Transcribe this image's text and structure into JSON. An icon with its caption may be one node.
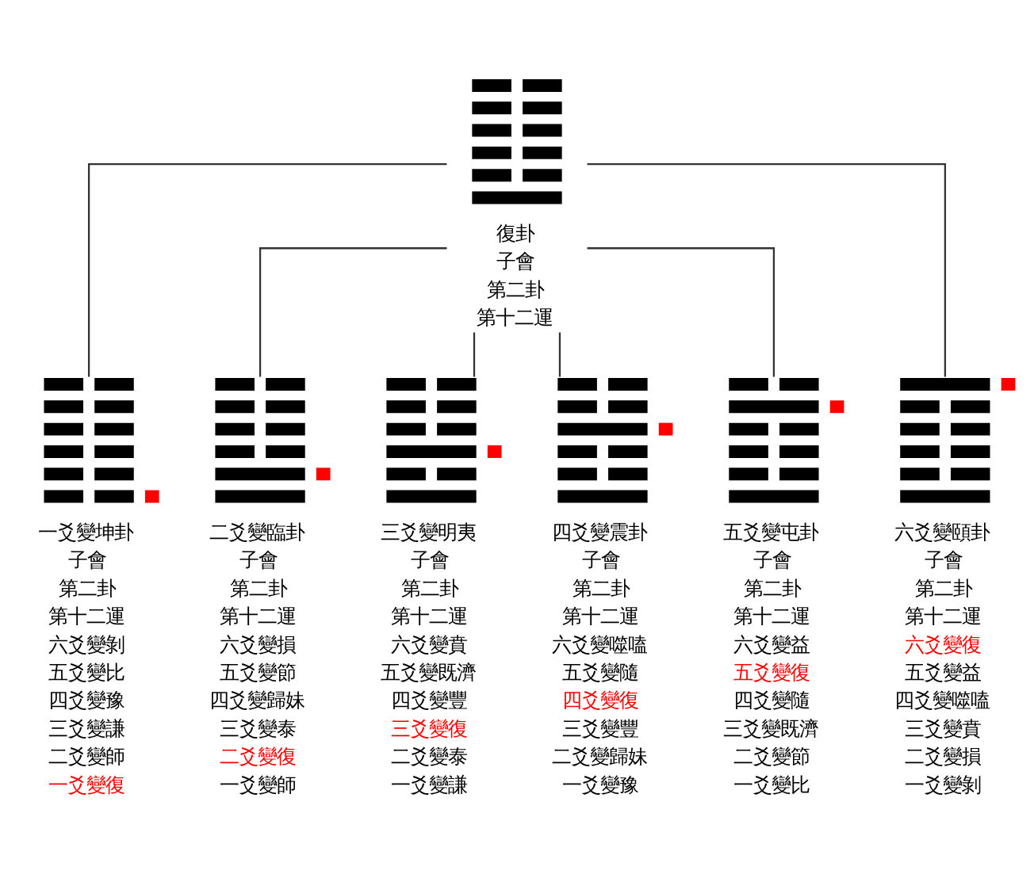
{
  "diagram": {
    "nodes": [
      {
        "text": [
          "復卦",
          "子會",
          "第二卦",
          "第十二運"
        ]
      },
      {
        "text": [
          "一爻變坤卦",
          "子會",
          "第二卦",
          "第十二運",
          "六爻變剝",
          "五爻變比",
          "四爻變豫",
          "三爻變謙",
          "二爻變師",
          "一爻變復"
        ]
      },
      {
        "text": [
          "二爻變臨卦",
          "子會",
          "第二卦",
          "第十二運",
          "六爻變損",
          "五爻變節",
          "四爻變歸妹",
          "三爻變泰",
          "二爻變復",
          "一爻變師"
        ]
      },
      {
        "text": [
          "三爻變明夷",
          "子會",
          "第二卦",
          "第十二運",
          "六爻變賁",
          "五爻變既濟",
          "四爻變豐",
          "三爻變復",
          "二爻變泰",
          "一爻變謙"
        ]
      },
      {
        "text": [
          "四爻變震卦",
          "子會",
          "第二卦",
          "第十二運",
          "六爻變噬嗑",
          "五爻變隨",
          "四爻變復",
          "三爻變豐",
          "二爻變歸妹",
          "一爻變豫"
        ]
      },
      {
        "text": [
          "五爻變屯卦",
          "子會",
          "第二卦",
          "第十二運",
          "六爻變益",
          "五爻變復",
          "四爻變隨",
          "三爻變既濟",
          "二爻變節",
          "一爻變比"
        ]
      },
      {
        "text": [
          "六爻變頤卦",
          "子會",
          "第二卦",
          "第十二運",
          "六爻變復",
          "五爻變益",
          "四爻變噬嗑",
          "三爻變賁",
          "二爻變損",
          "一爻變剝"
        ]
      }
    ],
    "edges": [
      {
        "from": 0,
        "to": 1,
        "arrow": "none"
      },
      {
        "from": 0,
        "to": 2,
        "arrow": "none"
      },
      {
        "from": 0,
        "to": 3,
        "arrow": "none"
      },
      {
        "from": 0,
        "to": 4,
        "arrow": "none"
      },
      {
        "from": 0,
        "to": 5,
        "arrow": "none"
      },
      {
        "from": 0,
        "to": 6,
        "arrow": "none"
      }
    ]
  }
}
